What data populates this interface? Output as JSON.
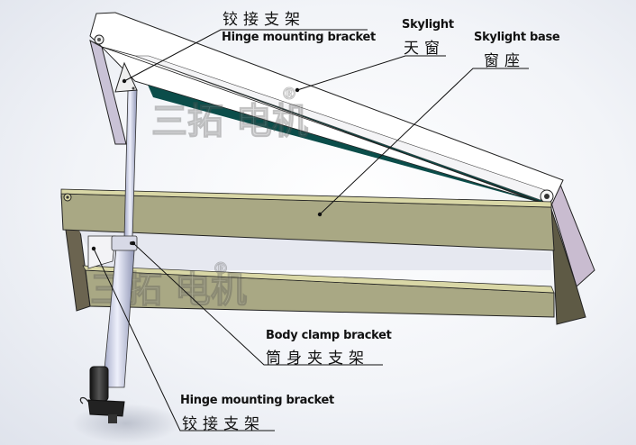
{
  "title": "Skylight linear actuator installation diagram",
  "labels": {
    "hinge_top": {
      "zh": "铰接支架",
      "en": "Hinge mounting bracket"
    },
    "skylight": {
      "en": "Skylight",
      "zh": "天窗"
    },
    "skylight_base": {
      "en": "Skylight base",
      "zh": "窗座"
    },
    "body_clamp": {
      "en": "Body clamp bracket",
      "zh": "筒身夹支架"
    },
    "hinge_bottom": {
      "en": "Hinge mounting bracket",
      "zh": "铰接支架"
    }
  },
  "watermark": {
    "text": "三拓 电机",
    "registered": "®"
  },
  "colors": {
    "glass": "#0b4d4a",
    "skylight_frame": "#ffffff",
    "skylight_side": "#c9bcd0",
    "base_frame": "#a9a884",
    "base_frame_light": "#d9d7a6",
    "base_frame_dark": "#5e5a45",
    "actuator": "#c8cde6",
    "motor": "#2b2b2b"
  }
}
